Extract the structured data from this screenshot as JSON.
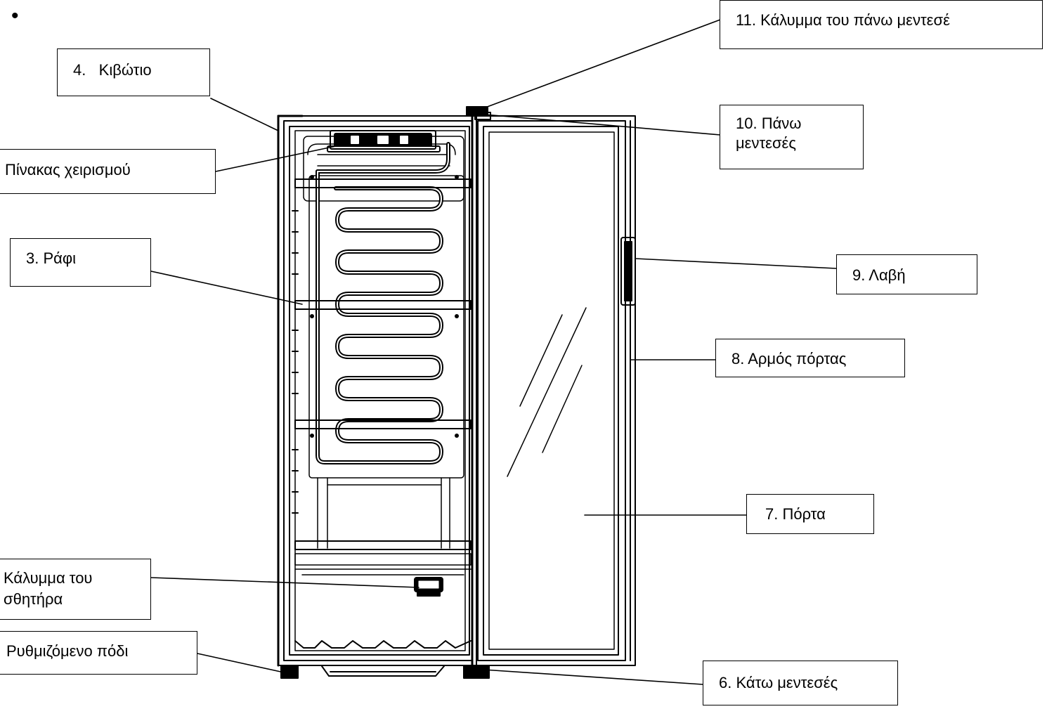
{
  "bullet": "•",
  "labels": {
    "hinge_cover": "11. Κάλυμμα του πάνω μεντεσέ",
    "cabinet": "4.   Κιβώτιο",
    "control_panel": "Πίνακας χειρισμού",
    "top_hinge_line1": "10. Πάνω",
    "top_hinge_line2": "μεντεσές",
    "shelf": "3. Ράφι",
    "handle": "9. Λαβή",
    "door_seal": "8. Αρμός πόρτας",
    "door": "7. Πόρτα",
    "sensor_cover_line1": "Κάλυμμα του",
    "sensor_cover_line2": "σθητήρα",
    "adjustable_foot": "Ρυθμιζόμενο πόδι",
    "bottom_hinge": "6. Κάτω μεντεσές"
  },
  "colors": {
    "line": "#000000",
    "background": "#ffffff"
  }
}
